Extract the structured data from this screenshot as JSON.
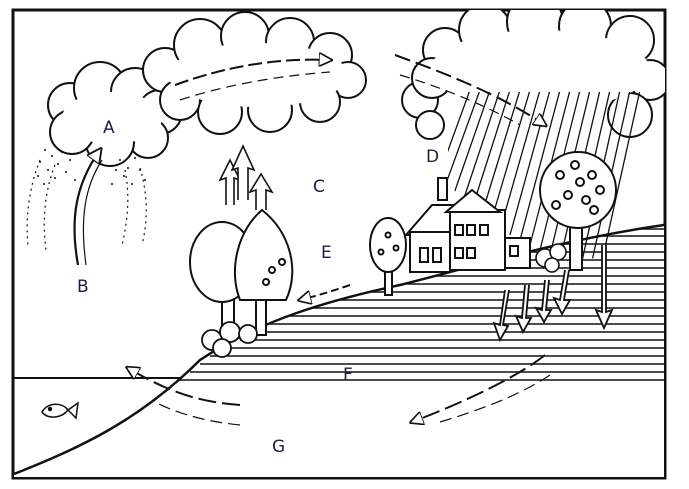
{
  "labels": {
    "a": "A",
    "b": "B",
    "c": "C",
    "d": "D",
    "e": "E",
    "f": "F",
    "g": "G"
  },
  "colors": {
    "ink": "#111111",
    "label": "#1c1c4a",
    "paper": "#ffffff"
  }
}
